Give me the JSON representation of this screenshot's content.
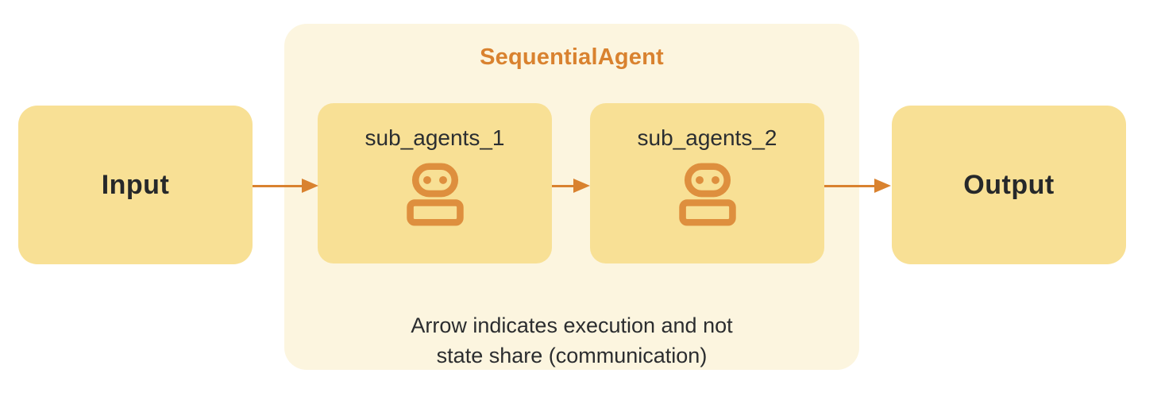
{
  "colors": {
    "box_fill": "#F8E095",
    "container_fill": "#FCF5DF",
    "accent_orange": "#D9822F",
    "icon_orange": "#DE8F3E",
    "text_dark": "#26282A",
    "canvas_bg": "#FFFFFF"
  },
  "input_node": {
    "label": "Input"
  },
  "output_node": {
    "label": "Output"
  },
  "sequential_agent": {
    "title": "SequentialAgent",
    "sub_agents": [
      {
        "label": "sub_agents_1",
        "icon": "robot-icon"
      },
      {
        "label": "sub_agents_2",
        "icon": "robot-icon"
      }
    ],
    "note_line1": "Arrow indicates execution and not",
    "note_line2": "state share (communication)"
  },
  "arrows": [
    {
      "name": "input-to-sub-agents-1",
      "direction": "right"
    },
    {
      "name": "sub-agents-1-to-sub-agents-2",
      "direction": "right"
    },
    {
      "name": "sub-agents-2-to-output",
      "direction": "right"
    }
  ]
}
